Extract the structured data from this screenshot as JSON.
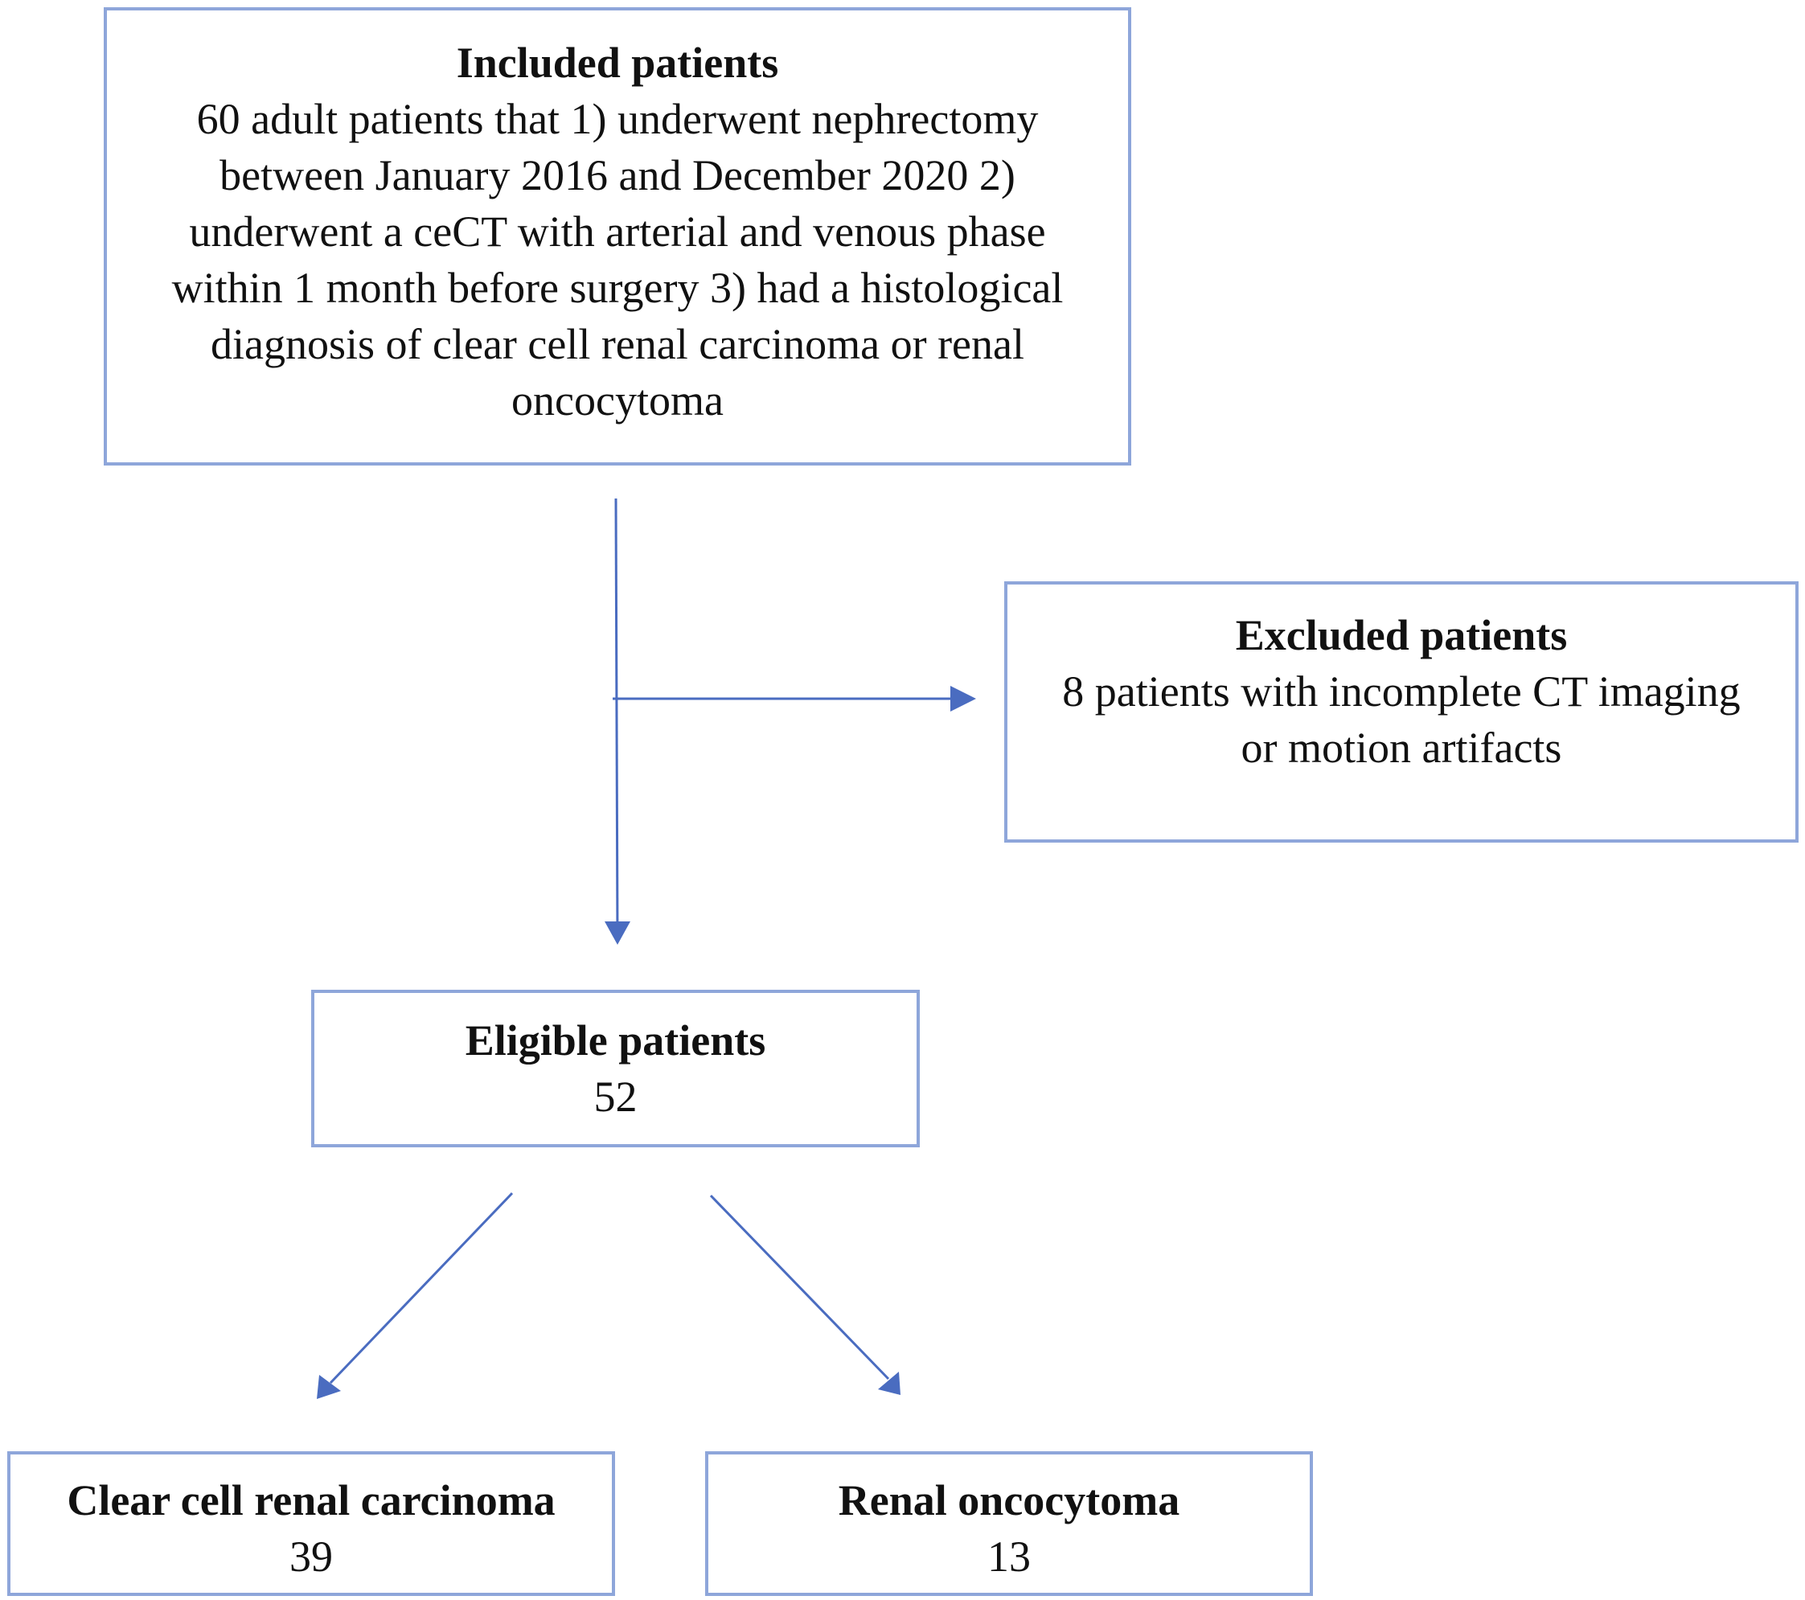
{
  "included": {
    "title": "Included patients",
    "lines": [
      "60 adult patients that 1) underwent nephrectomy",
      "between January 2016 and December 2020 2)",
      "underwent a ceCT with arterial and venous phase",
      "within 1 month before surgery 3) had a histological",
      "diagnosis of clear cell renal carcinoma or renal",
      "oncocytoma"
    ]
  },
  "excluded": {
    "title": "Excluded patients",
    "lines": [
      "8 patients with incomplete CT imaging",
      "or motion artifacts"
    ]
  },
  "eligible": {
    "title": "Eligible patients",
    "count": "52"
  },
  "ccrc": {
    "title": "Clear cell renal carcinoma",
    "count": "39"
  },
  "oncocytoma": {
    "title": "Renal oncocytoma",
    "count": "13"
  },
  "colors": {
    "box_border": "#8EA6DA",
    "arrow": "#4A6CC0"
  }
}
